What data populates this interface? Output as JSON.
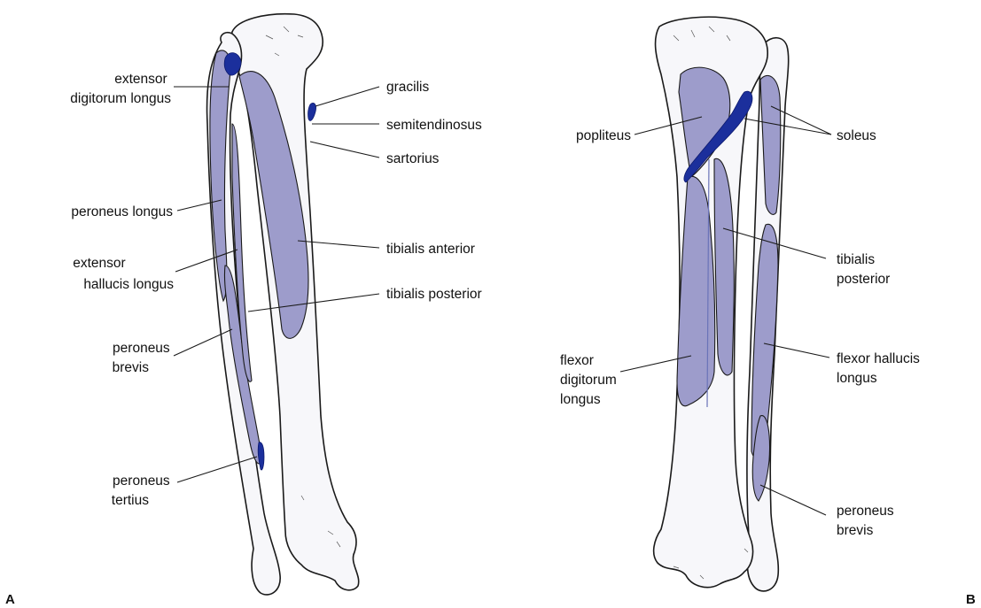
{
  "panels": [
    {
      "letter": "A"
    },
    {
      "letter": "B"
    }
  ],
  "labels": {
    "a_extensor_digitorum_longus": [
      "extensor",
      "digitorum longus"
    ],
    "a_gracilis": [
      "gracilis"
    ],
    "a_semitendinosus": [
      "semitendinosus"
    ],
    "a_sartorius": [
      "sartorius"
    ],
    "a_peroneus_longus": [
      "peroneus longus"
    ],
    "a_tibialis_anterior": [
      "tibialis anterior"
    ],
    "a_extensor_hallucis_longus": [
      "extensor",
      "hallucis longus"
    ],
    "a_tibialis_posterior": [
      "tibialis posterior"
    ],
    "a_peroneus_brevis": [
      "peroneus",
      "brevis"
    ],
    "a_peroneus_tertius": [
      "peroneus",
      "tertius"
    ],
    "b_popliteus": [
      "popliteus"
    ],
    "b_soleus": [
      "soleus"
    ],
    "b_tibialis_posterior": [
      "tibialis",
      "posterior"
    ],
    "b_flexor_digitorum_longus": [
      "flexor",
      "digitorum",
      "longus"
    ],
    "b_flexor_hallucis_longus": [
      "flexor hallucis",
      "longus"
    ],
    "b_peroneus_brevis": [
      "peroneus",
      "brevis"
    ]
  },
  "colors": {
    "muscle_fill": "#9d9ccb",
    "tendon_fill": "#1b2f9c",
    "bone_fill": "#f7f7fa"
  }
}
